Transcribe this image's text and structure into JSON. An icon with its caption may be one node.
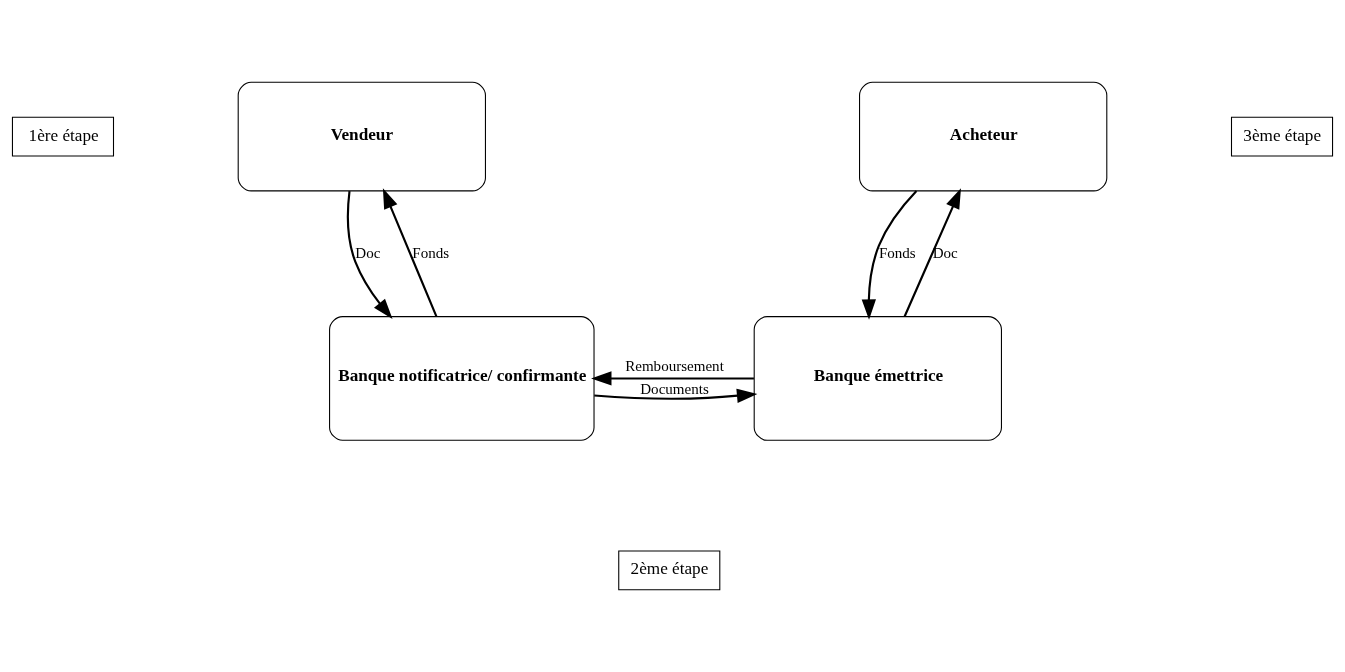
{
  "diagram": {
    "nodes": [
      {
        "text": [
          "Vendeur"
        ]
      },
      {
        "text": [
          "Acheteur"
        ]
      },
      {
        "text": [
          "Banque notificatrice/ confirmante"
        ]
      },
      {
        "text": [
          "Banque émettrice"
        ]
      },
      {
        "text": [
          "1ère étape"
        ]
      },
      {
        "text": [
          "2ème étape"
        ]
      },
      {
        "text": [
          "3ème étape"
        ]
      }
    ],
    "edges": [
      {
        "from": 0,
        "to": 2,
        "arrow": "to",
        "label": "Doc"
      },
      {
        "from": 2,
        "to": 0,
        "arrow": "to",
        "label": "Fonds"
      },
      {
        "from": 3,
        "to": 1,
        "arrow": "to",
        "label": "Doc"
      },
      {
        "from": 1,
        "to": 3,
        "arrow": "to",
        "label": "Fonds"
      },
      {
        "from": 3,
        "to": 2,
        "arrow": "to",
        "label": "Remboursement"
      },
      {
        "from": 2,
        "to": 3,
        "arrow": "to",
        "label": "Documents"
      }
    ]
  }
}
